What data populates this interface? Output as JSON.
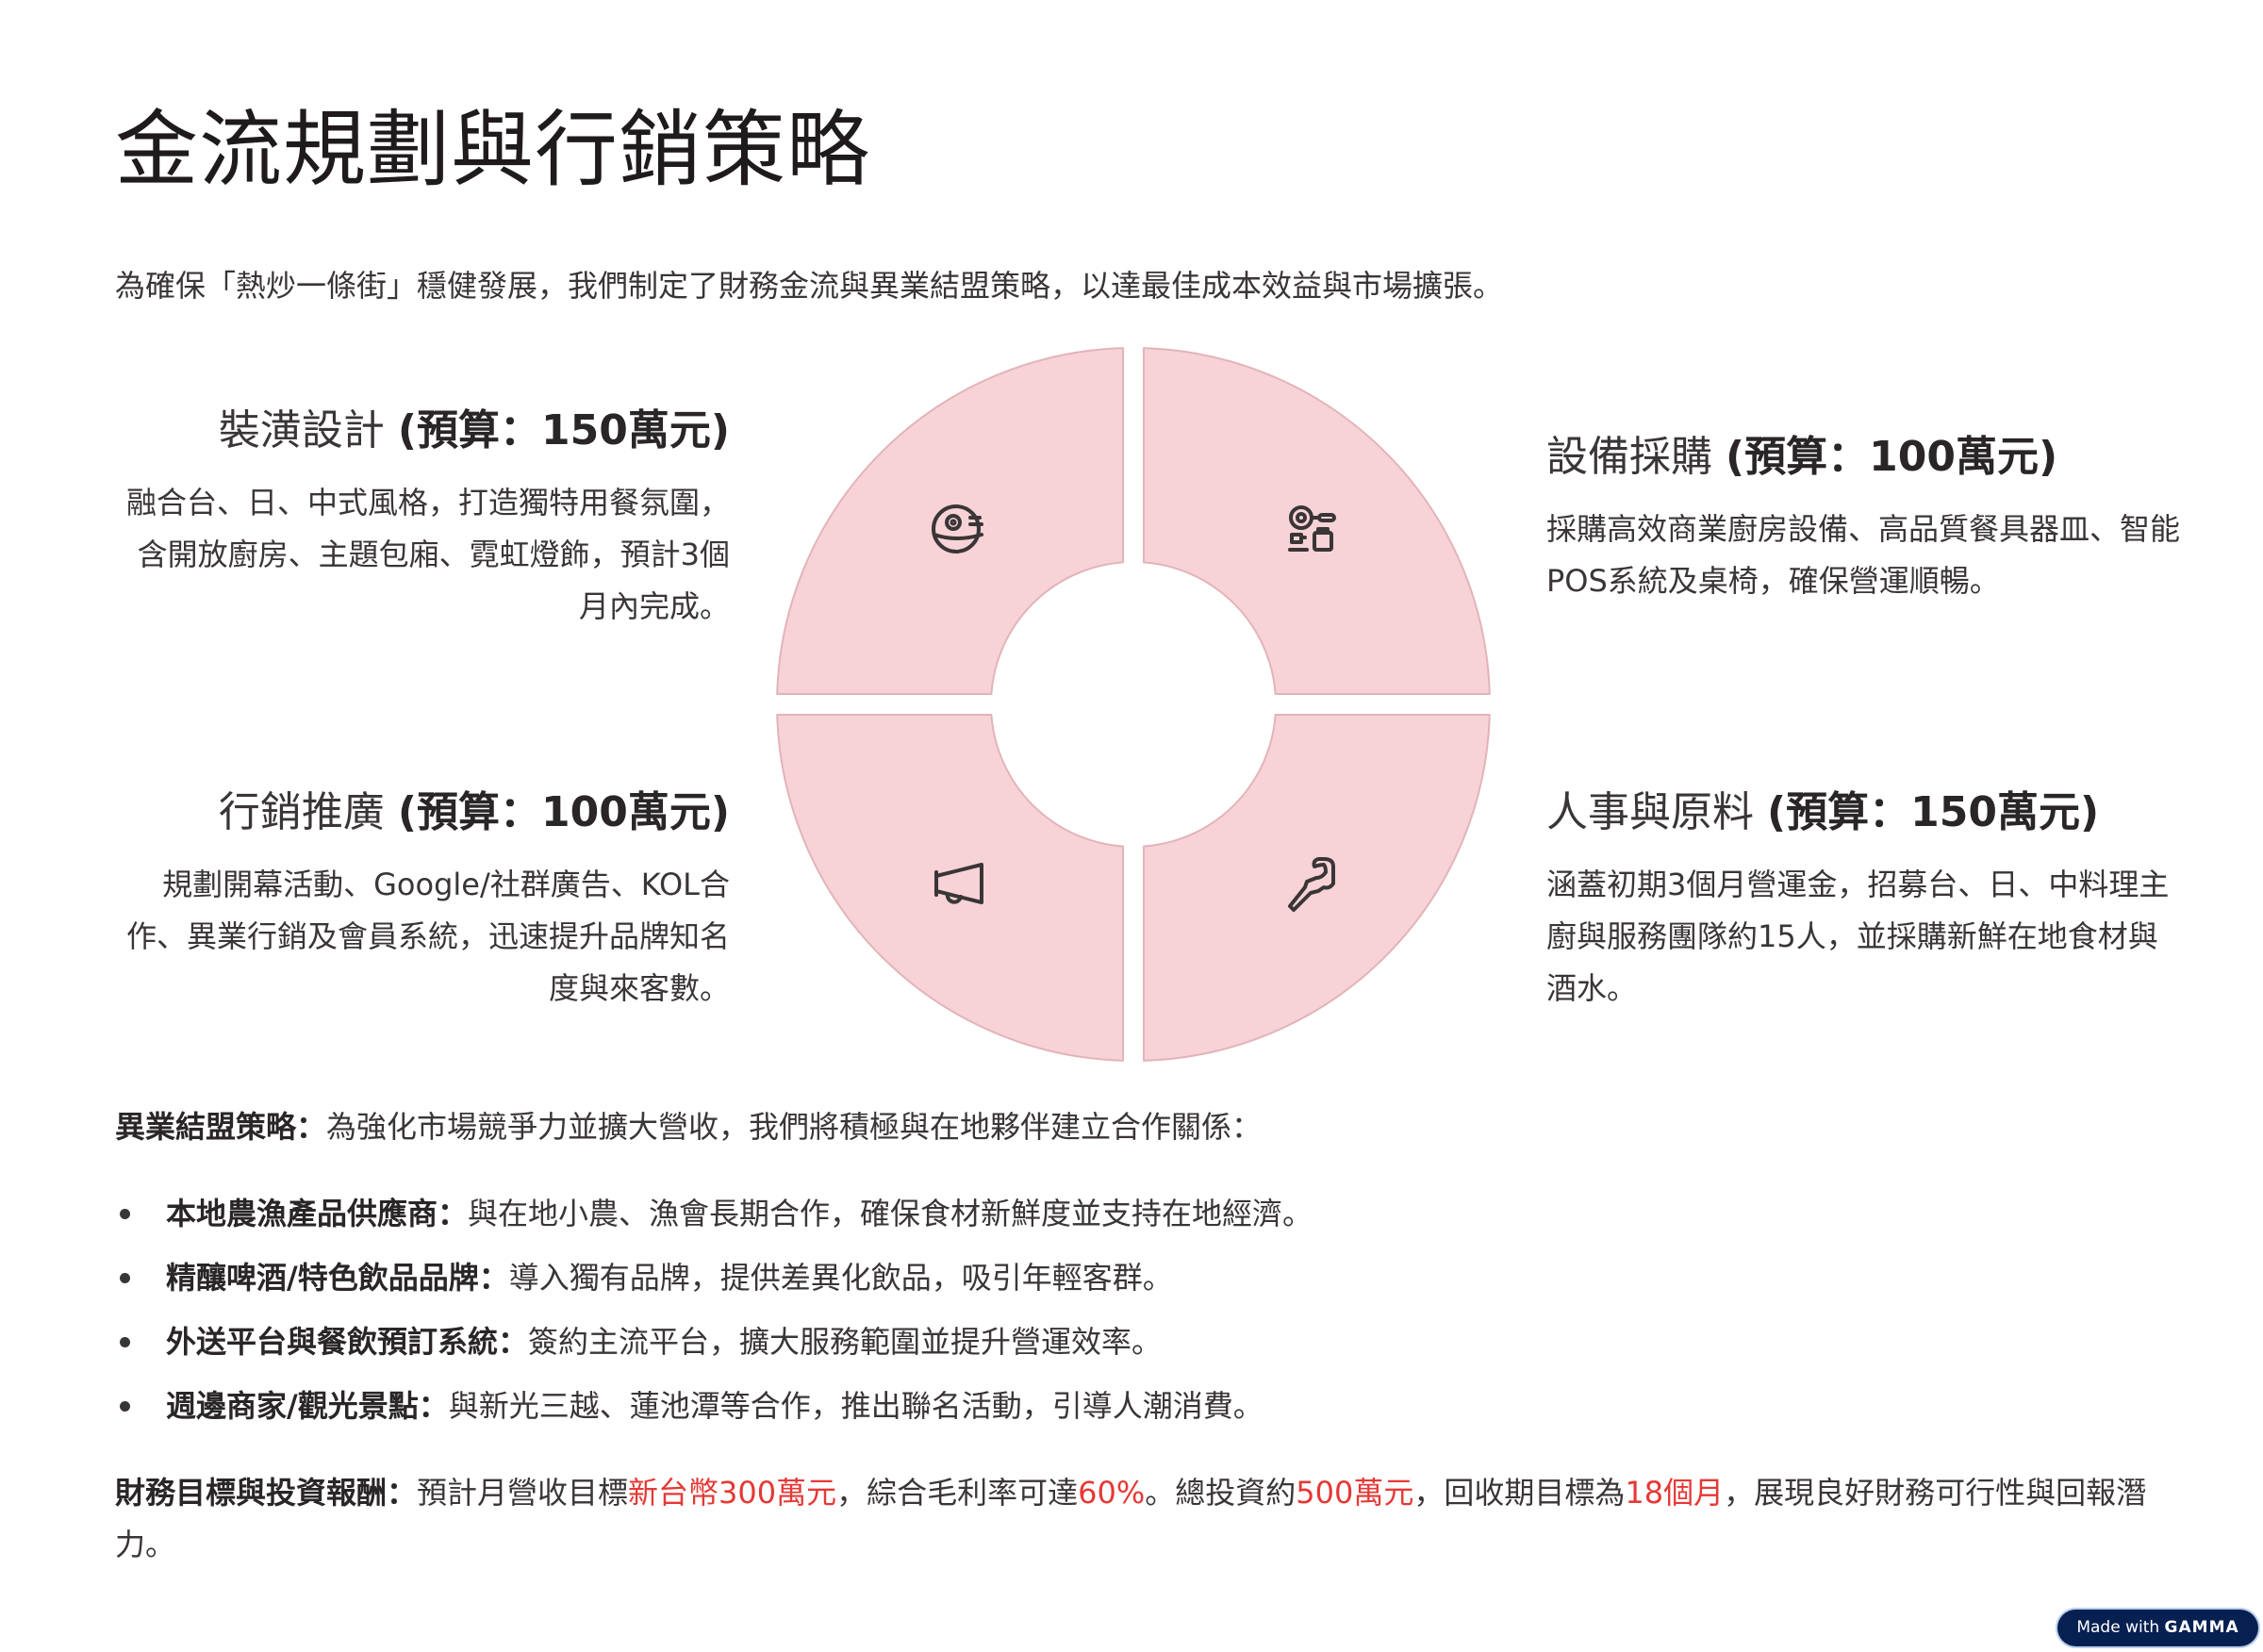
{
  "title": "金流規劃與行銷策略",
  "subtitle": "為確保「熱炒一條街」穩健發展，我們制定了財務金流與異業結盟策略，以達最佳成本效益與市場擴張。",
  "quadrants": [
    {
      "name": "裝潢設計",
      "budget": "(預算：150萬元)",
      "desc": "融合台、日、中式風格，打造獨特用餐氛圍，含開放廚房、主題包廂、霓虹燈飾，預計3個月內完成。",
      "icon": "death-star-icon"
    },
    {
      "name": "設備採購",
      "budget": "(預算：100萬元)",
      "desc": "採購高效商業廚房設備、高品質餐具器皿、智能POS系統及桌椅，確保營運順暢。",
      "icon": "kitchen-tools-icon"
    },
    {
      "name": "行銷推廣",
      "budget": "(預算：100萬元)",
      "desc": "規劃開幕活動、Google/社群廣告、KOL合作、異業行銷及會員系統，迅速提升品牌知名度與來客數。",
      "icon": "megaphone-icon"
    },
    {
      "name": "人事與原料",
      "budget": "(預算：150萬元)",
      "desc": "涵蓋初期3個月營運金，招募台、日、中料理主廚與服務團隊約15人，並採購新鮮在地食材與酒水。",
      "icon": "staff-icon"
    }
  ],
  "partner": {
    "label": "異業結盟策略：",
    "text": "為強化市場競爭力並擴大營收，我們將積極與在地夥伴建立合作關係："
  },
  "bullets": [
    {
      "label": "本地農漁產品供應商：",
      "text": "與在地小農、漁會長期合作，確保食材新鮮度並支持在地經濟。"
    },
    {
      "label": "精釀啤酒/特色飲品品牌：",
      "text": "導入獨有品牌，提供差異化飲品，吸引年輕客群。"
    },
    {
      "label": "外送平台與餐飲預訂系統：",
      "text": "簽約主流平台，擴大服務範圍並提升營運效率。"
    },
    {
      "label": "週邊商家/觀光景點：",
      "text": "與新光三越、蓮池潭等合作，推出聯名活動，引導人潮消費。"
    }
  ],
  "finance": {
    "label": "財務目標與投資報酬：",
    "t1": "預計月營收目標",
    "h1": "新台幣300萬元",
    "t2": "，綜合毛利率可達",
    "h2": "60%",
    "t3": "。總投資約",
    "h3": "500萬元",
    "t4": "，回收期目標為",
    "h4": "18個月",
    "t5": "，展現良好財務可行性與回報潛力。"
  },
  "badge": {
    "prefix": "Made with",
    "brand": "GAMMA"
  },
  "colors": {
    "segment_fill": "#f7d2d6",
    "segment_stroke": "#e2b4b9",
    "highlight": "#e53935",
    "badge_bg": "#062051"
  }
}
